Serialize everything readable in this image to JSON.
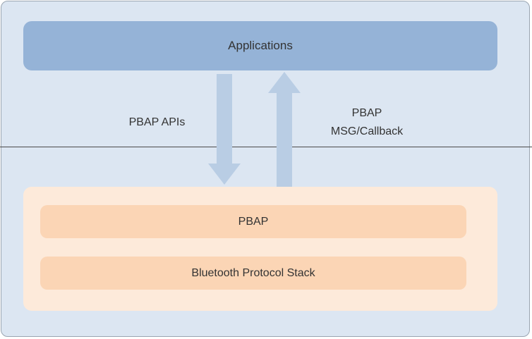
{
  "diagram": {
    "applications_label": "Applications",
    "down_arrow_label": "PBAP APIs",
    "up_arrow_label_line1": "PBAP",
    "up_arrow_label_line2": "MSG/Callback",
    "stack_items": [
      "PBAP",
      "Bluetooth Protocol Stack"
    ]
  },
  "colors": {
    "background": "#dce6f2",
    "applications_fill": "#95b3d7",
    "arrow_fill": "#b9cde4",
    "stack_container_fill": "#fdeada",
    "stack_box_fill": "#fbd5b5",
    "divider": "#4a4a4a",
    "text": "#333333"
  }
}
